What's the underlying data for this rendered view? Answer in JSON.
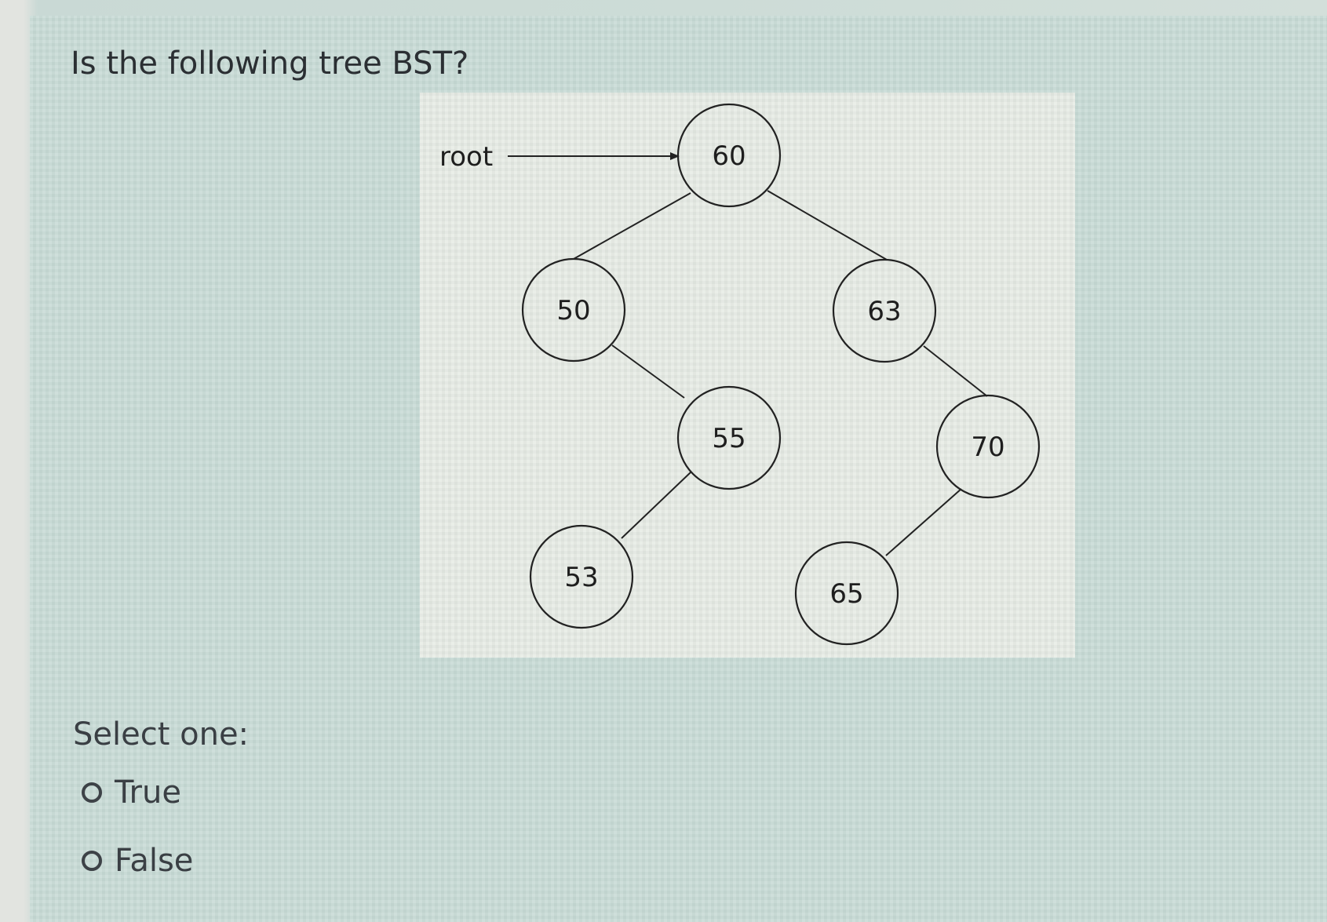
{
  "question": {
    "text": "Is the following tree BST?"
  },
  "tree": {
    "root_label": "root",
    "nodes": [
      {
        "id": "n60",
        "value": "60"
      },
      {
        "id": "n50",
        "value": "50"
      },
      {
        "id": "n63",
        "value": "63"
      },
      {
        "id": "n55",
        "value": "55"
      },
      {
        "id": "n70",
        "value": "70"
      },
      {
        "id": "n53",
        "value": "53"
      },
      {
        "id": "n65",
        "value": "65"
      }
    ],
    "edges": [
      {
        "from": "n60",
        "to": "n50"
      },
      {
        "from": "n60",
        "to": "n63"
      },
      {
        "from": "n50",
        "to": "n55"
      },
      {
        "from": "n63",
        "to": "n70"
      },
      {
        "from": "n55",
        "to": "n53"
      },
      {
        "from": "n70",
        "to": "n65"
      }
    ]
  },
  "answer": {
    "prompt": "Select one:",
    "options": [
      {
        "label": "True",
        "selected": false
      },
      {
        "label": "False",
        "selected": false
      }
    ]
  }
}
